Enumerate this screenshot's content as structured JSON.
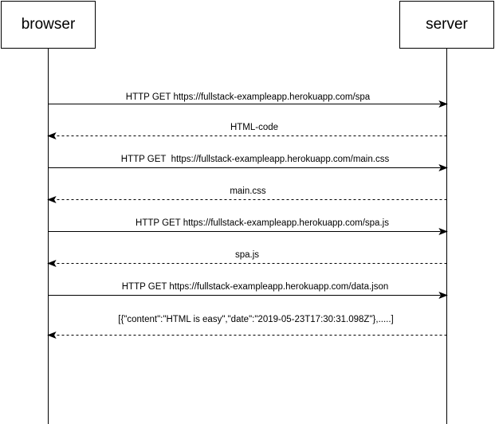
{
  "participants": {
    "browser": "browser",
    "server": "server"
  },
  "messages": [
    {
      "text": "HTTP GET https://fullstack-exampleapp.herokuapp.com/spa",
      "from": "browser",
      "to": "server",
      "style": "solid"
    },
    {
      "text": "HTML-code",
      "from": "server",
      "to": "browser",
      "style": "dashed"
    },
    {
      "text": "HTTP GET  https://fullstack-exampleapp.herokuapp.com/main.css",
      "from": "browser",
      "to": "server",
      "style": "solid"
    },
    {
      "text": "main.css",
      "from": "server",
      "to": "browser",
      "style": "dashed"
    },
    {
      "text": "HTTP GET https://fullstack-exampleapp.herokuapp.com/spa.js",
      "from": "browser",
      "to": "server",
      "style": "solid"
    },
    {
      "text": "spa.js",
      "from": "server",
      "to": "browser",
      "style": "dashed"
    },
    {
      "text": "HTTP GET https://fullstack-exampleapp.herokuapp.com/data.json",
      "from": "browser",
      "to": "server",
      "style": "solid"
    },
    {
      "text": "[{\"content\":\"HTML is easy\",\"date\":\"2019-05-23T17:30:31.098Z\"},.....]",
      "from": "server",
      "to": "browser",
      "style": "dashed"
    }
  ]
}
